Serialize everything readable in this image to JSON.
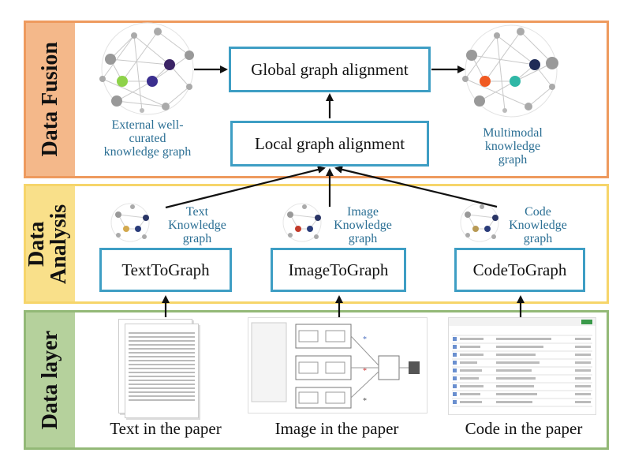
{
  "layers": {
    "fusion": "Data Fusion",
    "analysis": "Data Analysis",
    "data": "Data layer"
  },
  "fusion": {
    "global_alignment": "Global graph alignment",
    "local_alignment": "Local graph alignment",
    "external_kg": "External well-curated knowledge graph",
    "multimodal_kg": "Multimodal knowledge graph"
  },
  "analysis": {
    "text_to_graph": "TextToGraph",
    "image_to_graph": "ImageToGraph",
    "code_to_graph": "CodeToGraph",
    "text_kg": "Text Knowledge graph",
    "image_kg": "Image Knowledge graph",
    "code_kg": "Code Knowledge graph"
  },
  "data_layer": {
    "text_caption": "Text in the paper",
    "image_caption": "Image in the paper",
    "code_caption": "Code in the paper"
  },
  "colors": {
    "fusion_border": "#ee9a5e",
    "analysis_border": "#f6d56a",
    "data_border": "#93b977",
    "box_border": "#3e9ec4",
    "label_blue": "#2b6f94"
  }
}
